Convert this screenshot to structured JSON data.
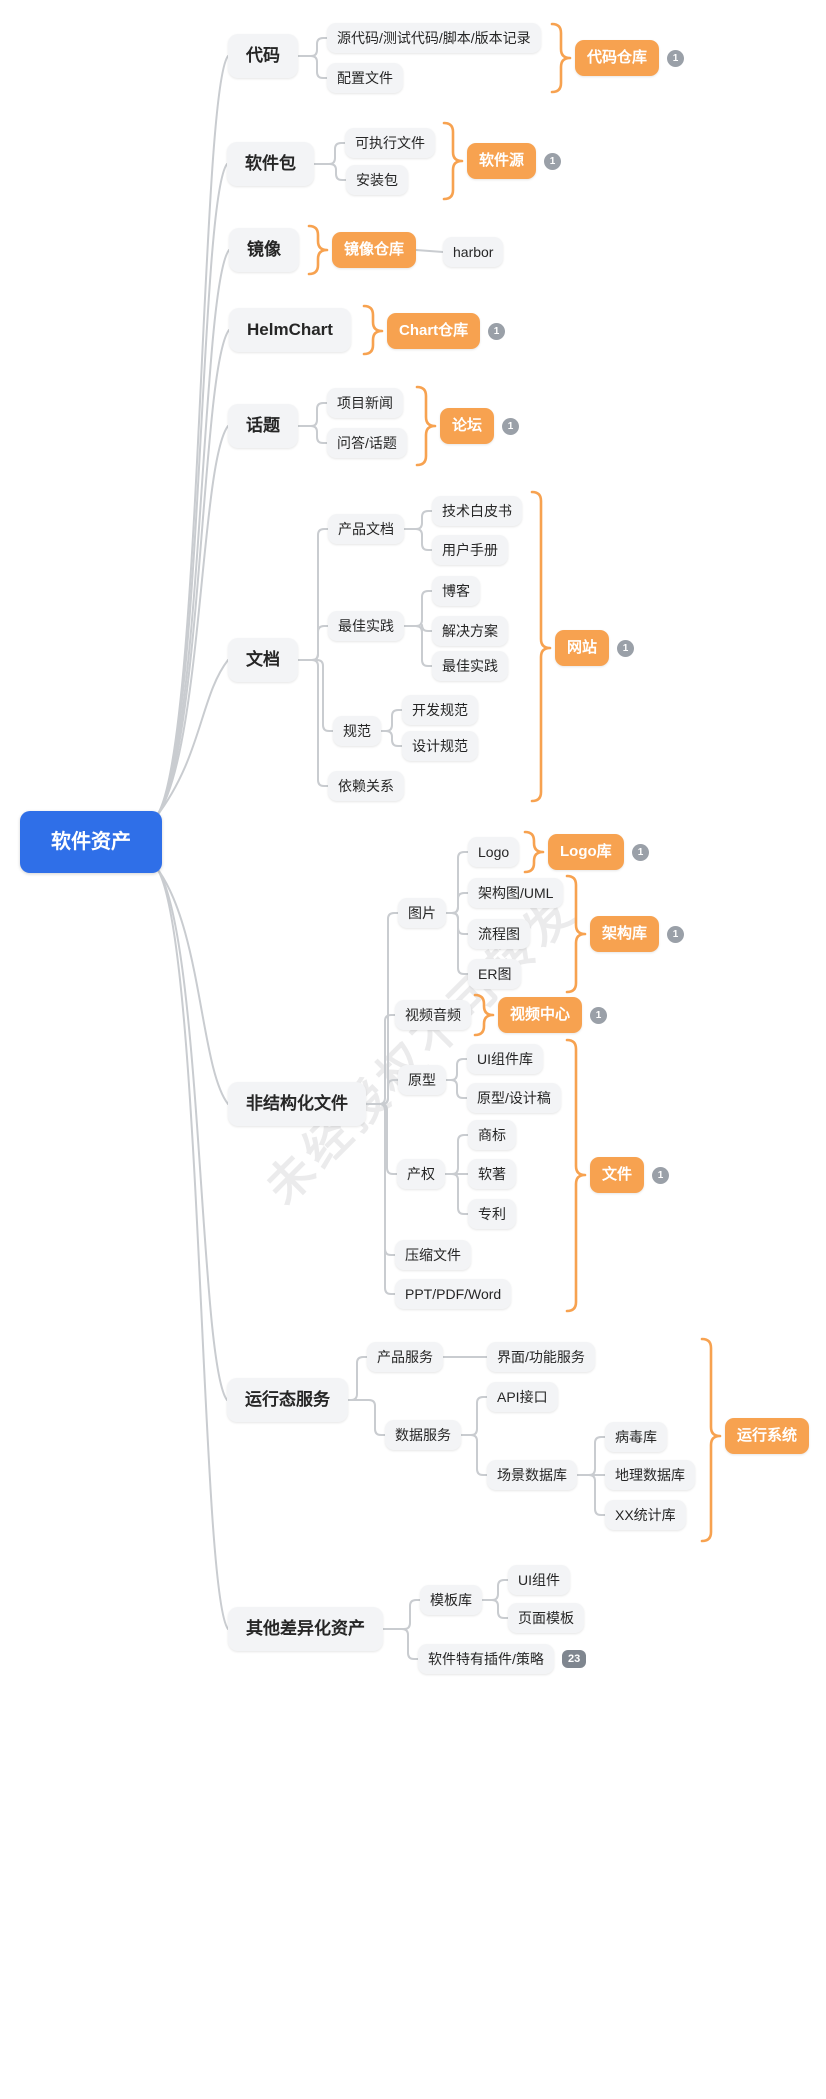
{
  "watermark": "未经授权不可转发",
  "colors": {
    "root_bg": "#2F6FE8",
    "accent_orange": "#F7A250",
    "node_bg": "#F3F4F6",
    "line_gray": "#C9CCD0",
    "badge_gray": "#9AA0A8",
    "badge_dark_gray": "#7F868F",
    "text": "#262626"
  },
  "nodes": [
    {
      "id": "root",
      "label": "软件资产",
      "kind": "root",
      "badge": null
    },
    {
      "id": "code",
      "label": "代码",
      "kind": "main",
      "badge": null
    },
    {
      "id": "pkg",
      "label": "软件包",
      "kind": "main",
      "badge": null
    },
    {
      "id": "image",
      "label": "镜像",
      "kind": "main",
      "badge": null
    },
    {
      "id": "helmchart",
      "label": "HelmChart",
      "kind": "main",
      "badge": null
    },
    {
      "id": "topic",
      "label": "话题",
      "kind": "main",
      "badge": null
    },
    {
      "id": "doc",
      "label": "文档",
      "kind": "main",
      "badge": null
    },
    {
      "id": "unstructured",
      "label": "非结构化文件",
      "kind": "main",
      "badge": null
    },
    {
      "id": "runtime",
      "label": "运行态服务",
      "kind": "main",
      "badge": null
    },
    {
      "id": "other",
      "label": "其他差异化资产",
      "kind": "main",
      "badge": null
    },
    {
      "id": "src_code",
      "label": "源代码/测试代码/脚本/版本记录",
      "kind": "sub",
      "badge": null
    },
    {
      "id": "config_file",
      "label": "配置文件",
      "kind": "sub",
      "badge": null
    },
    {
      "id": "executable",
      "label": "可执行文件",
      "kind": "sub",
      "badge": null
    },
    {
      "id": "installer",
      "label": "安装包",
      "kind": "sub",
      "badge": null
    },
    {
      "id": "harbor",
      "label": "harbor",
      "kind": "sub",
      "badge": null
    },
    {
      "id": "project_news",
      "label": "项目新闻",
      "kind": "sub",
      "badge": null
    },
    {
      "id": "qa_topic",
      "label": "问答/话题",
      "kind": "sub",
      "badge": null
    },
    {
      "id": "product_doc",
      "label": "产品文档",
      "kind": "sub",
      "badge": null
    },
    {
      "id": "whitepaper",
      "label": "技术白皮书",
      "kind": "sub",
      "badge": null
    },
    {
      "id": "user_manual",
      "label": "用户手册",
      "kind": "sub",
      "badge": null
    },
    {
      "id": "best_practice",
      "label": "最佳实践",
      "kind": "sub",
      "badge": null
    },
    {
      "id": "blog",
      "label": "博客",
      "kind": "sub",
      "badge": null
    },
    {
      "id": "solution",
      "label": "解决方案",
      "kind": "sub",
      "badge": null
    },
    {
      "id": "best_practice_item",
      "label": "最佳实践",
      "kind": "sub",
      "badge": null
    },
    {
      "id": "spec",
      "label": "规范",
      "kind": "sub",
      "badge": null
    },
    {
      "id": "dev_spec",
      "label": "开发规范",
      "kind": "sub",
      "badge": null
    },
    {
      "id": "design_spec",
      "label": "设计规范",
      "kind": "sub",
      "badge": null
    },
    {
      "id": "dependency",
      "label": "依赖关系",
      "kind": "sub",
      "badge": null
    },
    {
      "id": "picture",
      "label": "图片",
      "kind": "sub",
      "badge": null
    },
    {
      "id": "logo",
      "label": "Logo",
      "kind": "sub",
      "badge": null
    },
    {
      "id": "arch_uml",
      "label": "架构图/UML",
      "kind": "sub",
      "badge": null
    },
    {
      "id": "flowchart",
      "label": "流程图",
      "kind": "sub",
      "badge": null
    },
    {
      "id": "er_diagram",
      "label": "ER图",
      "kind": "sub",
      "badge": null
    },
    {
      "id": "video_audio",
      "label": "视频音频",
      "kind": "sub",
      "badge": null
    },
    {
      "id": "ui_kit_lib",
      "label": "UI组件库",
      "kind": "sub",
      "badge": null
    },
    {
      "id": "prototype",
      "label": "原型",
      "kind": "sub",
      "badge": null
    },
    {
      "id": "prototype_draft",
      "label": "原型/设计稿",
      "kind": "sub",
      "badge": null
    },
    {
      "id": "ip",
      "label": "产权",
      "kind": "sub",
      "badge": null
    },
    {
      "id": "trademark",
      "label": "商标",
      "kind": "sub",
      "badge": null
    },
    {
      "id": "software_copyright",
      "label": "软著",
      "kind": "sub",
      "badge": null
    },
    {
      "id": "patent",
      "label": "专利",
      "kind": "sub",
      "badge": null
    },
    {
      "id": "archive_file",
      "label": "压缩文件",
      "kind": "sub",
      "badge": null
    },
    {
      "id": "ppt_pdf_word",
      "label": "PPT/PDF/Word",
      "kind": "sub",
      "badge": null
    },
    {
      "id": "product_service",
      "label": "产品服务",
      "kind": "sub",
      "badge": null
    },
    {
      "id": "ui_func_service",
      "label": "界面/功能服务",
      "kind": "sub",
      "badge": null
    },
    {
      "id": "data_service",
      "label": "数据服务",
      "kind": "sub",
      "badge": null
    },
    {
      "id": "api",
      "label": "API接口",
      "kind": "sub",
      "badge": null
    },
    {
      "id": "scene_db",
      "label": "场景数据库",
      "kind": "sub",
      "badge": null
    },
    {
      "id": "virus_db",
      "label": "病毒库",
      "kind": "sub",
      "badge": null
    },
    {
      "id": "geo_db",
      "label": "地理数据库",
      "kind": "sub",
      "badge": null
    },
    {
      "id": "xx_stat_db",
      "label": "XX统计库",
      "kind": "sub",
      "badge": null
    },
    {
      "id": "template_lib",
      "label": "模板库",
      "kind": "sub",
      "badge": null
    },
    {
      "id": "ui_component",
      "label": "UI组件",
      "kind": "sub",
      "badge": null
    },
    {
      "id": "page_template",
      "label": "页面模板",
      "kind": "sub",
      "badge": null
    },
    {
      "id": "plugin_policy",
      "label": "软件特有插件/策略",
      "kind": "sub",
      "badge": "23"
    },
    {
      "id": "code_repo",
      "label": "代码仓库",
      "kind": "orange",
      "badge": "1"
    },
    {
      "id": "software_source",
      "label": "软件源",
      "kind": "orange",
      "badge": "1"
    },
    {
      "id": "image_repo",
      "label": "镜像仓库",
      "kind": "orange",
      "badge": null
    },
    {
      "id": "chart_repo",
      "label": "Chart仓库",
      "kind": "orange",
      "badge": "1"
    },
    {
      "id": "forum",
      "label": "论坛",
      "kind": "orange",
      "badge": "1"
    },
    {
      "id": "website",
      "label": "网站",
      "kind": "orange",
      "badge": "1"
    },
    {
      "id": "logo_lib",
      "label": "Logo库",
      "kind": "orange",
      "badge": "1"
    },
    {
      "id": "arch_lib",
      "label": "架构库",
      "kind": "orange",
      "badge": "1"
    },
    {
      "id": "video_center",
      "label": "视频中心",
      "kind": "orange",
      "badge": "1"
    },
    {
      "id": "file",
      "label": "文件",
      "kind": "orange",
      "badge": "1"
    },
    {
      "id": "running_system",
      "label": "运行系统",
      "kind": "orange",
      "badge": null
    }
  ]
}
